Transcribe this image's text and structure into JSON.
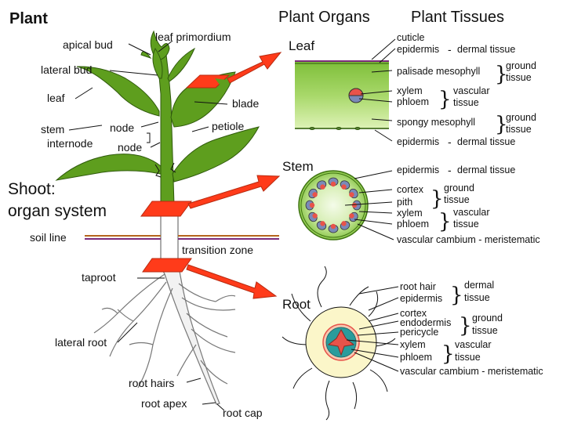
{
  "title": "Plant",
  "headers": {
    "organs": "Plant Organs",
    "tissues": "Plant Tissues"
  },
  "plant_labels": {
    "apical_bud": "apical bud",
    "leaf_primordium": "leaf primordium",
    "lateral_bud": "lateral bud",
    "leaf": "leaf",
    "blade": "blade",
    "petiole": "petiole",
    "stem": "stem",
    "internode": "internode",
    "node1": "node",
    "node2": "node",
    "shoot_line1": "Shoot:",
    "shoot_line2": "organ system",
    "soil_line": "soil line",
    "transition_zone": "transition zone",
    "taproot": "taproot",
    "lateral_root": "lateral root",
    "root_hairs": "root hairs",
    "root_apex": "root apex",
    "root_cap": "root cap"
  },
  "organs": {
    "leaf": "Leaf",
    "stem": "Stem",
    "root": "Root"
  },
  "leaf_tissues": {
    "cuticle": "cuticle",
    "epidermis_top": "epidermis",
    "palisade": "palisade mesophyll",
    "xylem": "xylem",
    "phloem": "phloem",
    "spongy": "spongy mesophyll",
    "epidermis_bottom": "epidermis",
    "dash1": "-",
    "dash2": "-",
    "dermal1": "dermal tissue",
    "dermal2": "dermal tissue",
    "ground_a1": "ground",
    "ground_a2": "tissue",
    "vascular_1": "vascular",
    "vascular_2": "tissue",
    "ground_b1": "ground",
    "ground_b2": "tissue"
  },
  "stem_tissues": {
    "epidermis": "epidermis",
    "dash": "-",
    "dermal": "dermal tissue",
    "cortex": "cortex",
    "pith": "pith",
    "ground_1": "ground",
    "ground_2": "tissue",
    "xylem": "xylem",
    "phloem": "phloem",
    "vascular_1": "vascular",
    "vascular_2": "tissue",
    "cambium": "vascular cambium - meristematic"
  },
  "root_tissues": {
    "root_hair": "root hair",
    "epidermis": "epidermis",
    "dermal_1": "dermal",
    "dermal_2": "tissue",
    "cortex": "cortex",
    "endodermis": "endodermis",
    "pericycle": "pericycle",
    "ground_1": "ground",
    "ground_2": "tissue",
    "xylem": "xylem",
    "phloem": "phloem",
    "vascular_1": "vascular",
    "vascular_2": "tissue",
    "cambium": "vascular cambium - meristematic"
  },
  "colors": {
    "leaf_green": "#5e9e1e",
    "leaf_dark": "#3f7412",
    "arrow_red": "#ff3b1a",
    "xylem_red": "#e8534a",
    "phloem_blue": "#7a89b8",
    "root_cortex": "#fbf6c9",
    "stem_ring": "#9dd35a"
  }
}
